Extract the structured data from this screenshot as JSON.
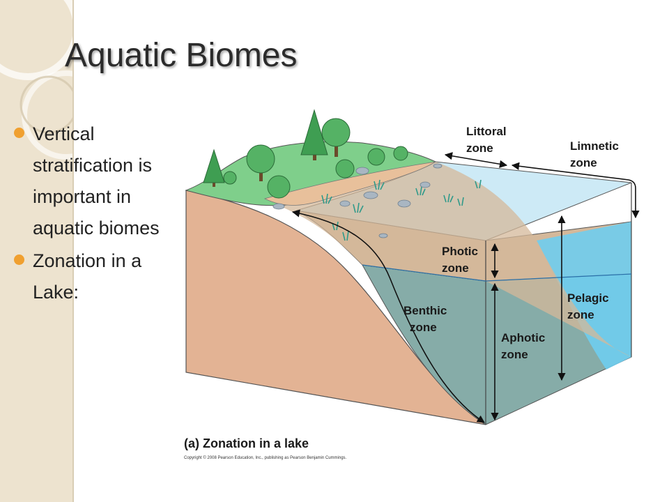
{
  "title": "Aquatic Biomes",
  "bullets": [
    {
      "text": "Vertical stratification is important in aquatic biomes"
    },
    {
      "text": "Zonation in a Lake:"
    }
  ],
  "diagram": {
    "labels": {
      "littoral": [
        "Littoral",
        "zone"
      ],
      "limnetic": [
        "Limnetic",
        "zone"
      ],
      "photic": [
        "Photic",
        "zone"
      ],
      "aphotic": [
        "Aphotic",
        "zone"
      ],
      "benthic": [
        "Benthic",
        "zone"
      ],
      "pelagic": [
        "Pelagic",
        "zone"
      ]
    },
    "caption": "(a) Zonation in a lake",
    "copyright": "Copyright © 2008 Pearson Education, Inc., publishing as Pearson Benjamin Cummings."
  },
  "colors": {
    "accent_bullet": "#f0a030",
    "soil": "#e3b394",
    "deep_water": "#86aca8",
    "surface_water": "#6fcdee",
    "light_water": "#cdeaf6",
    "grass": "#7fcf8b"
  }
}
